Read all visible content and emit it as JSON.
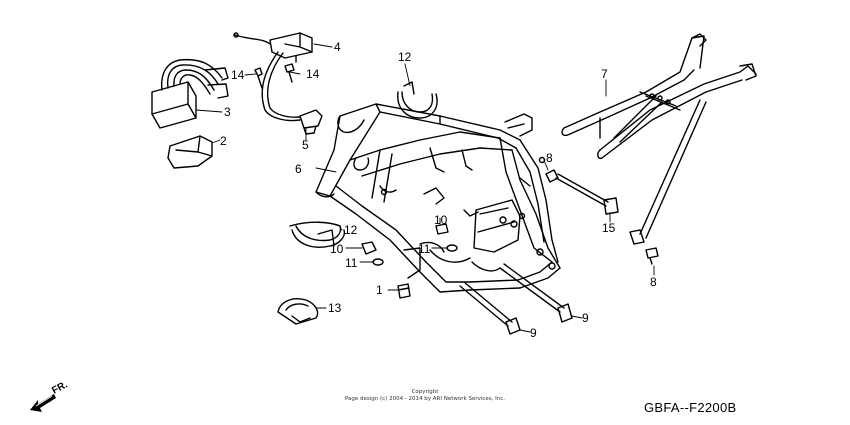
{
  "callouts": {
    "c1": "1",
    "c2": "2",
    "c3": "3",
    "c4": "4",
    "c5": "5",
    "c6": "6",
    "c7": "7",
    "c8a": "8",
    "c8b": "8",
    "c9a": "9",
    "c9b": "9",
    "c10a": "10",
    "c10b": "10",
    "c11a": "11",
    "c11b": "11",
    "c12a": "12",
    "c12b": "12",
    "c13": "13",
    "c14a": "14",
    "c14b": "14",
    "c15": "15"
  },
  "direction_marker": "FR.",
  "copyright": {
    "line1": "Copyright",
    "line2": "Page design (c) 2004 - 2014 by ARI Network Services, Inc."
  },
  "diagram_code": "GBFA--F2200B"
}
